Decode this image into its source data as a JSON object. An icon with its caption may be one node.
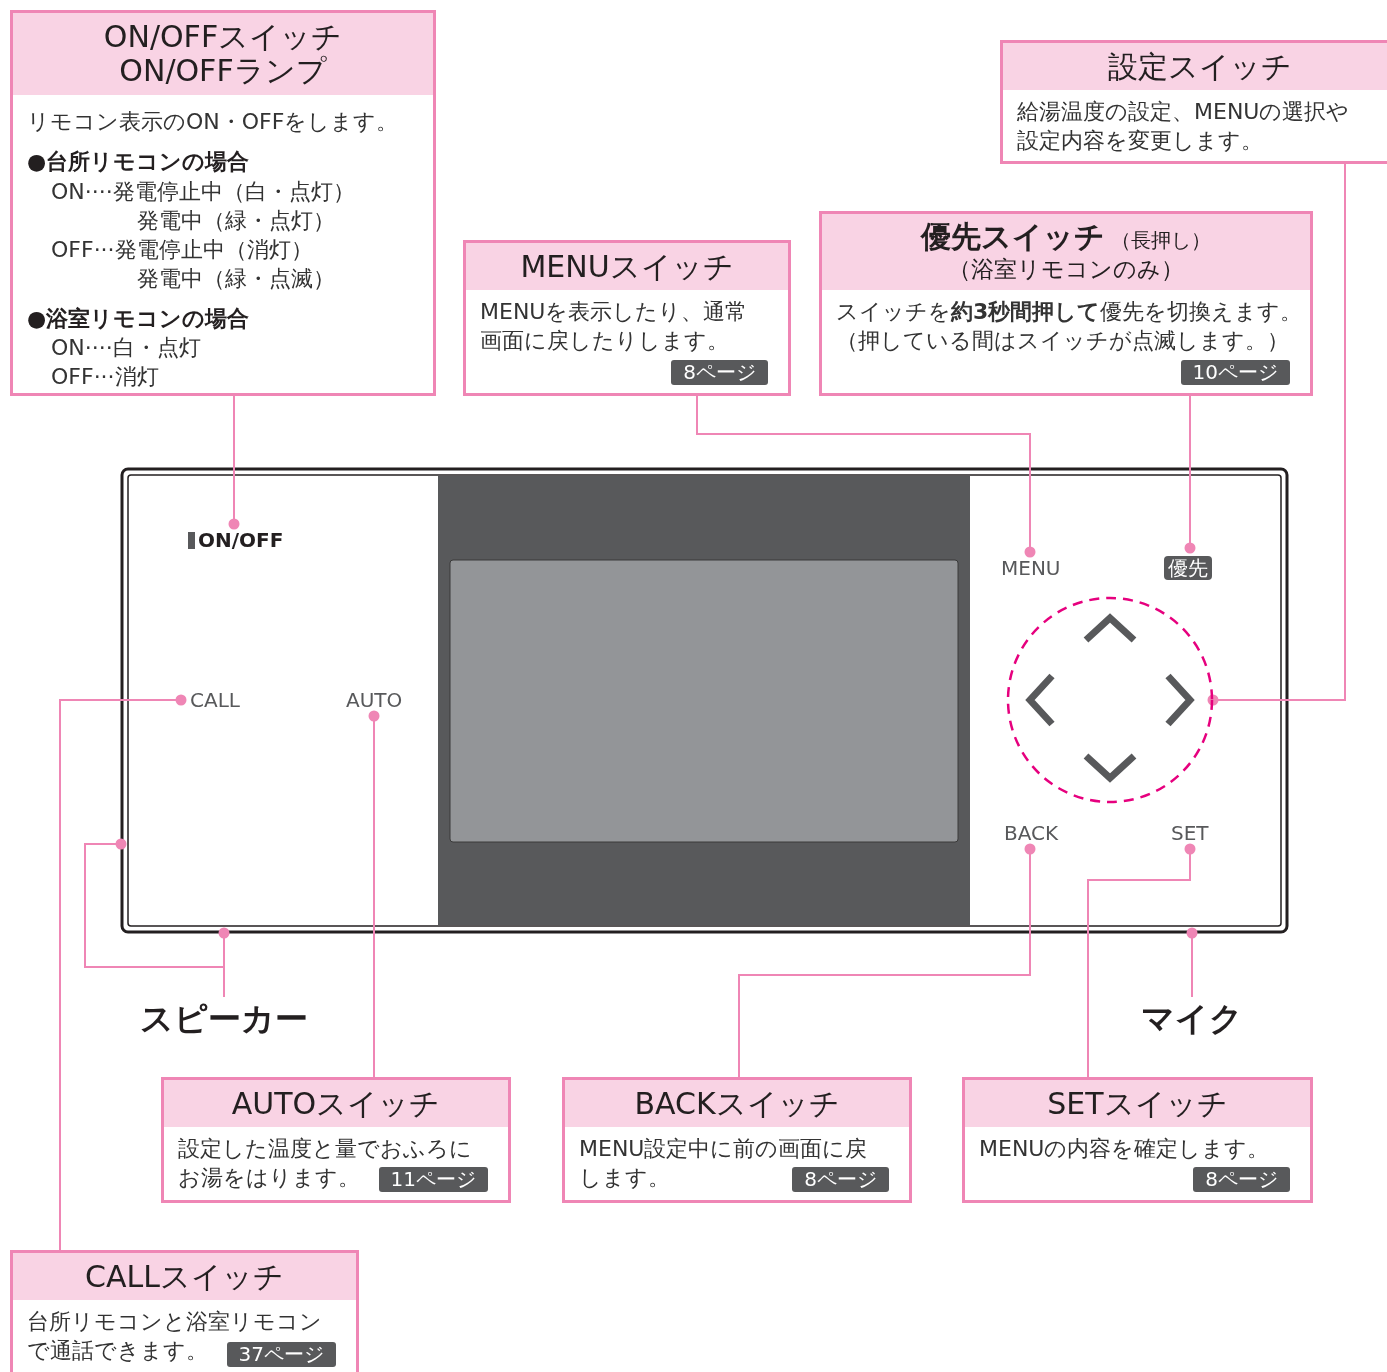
{
  "diagram": {
    "nodes": [
      {
        "text": [
          "ON/OFFスイッチ ON/OFFランプ",
          "リモコン表示のON・OFFをします。",
          "●台所リモコンの場合",
          "ON····発電停止中（白・点灯）",
          "発電中（緑・点灯）",
          "OFF···発電停止中（消灯）",
          "発電中（緑・点滅）",
          "●浴室リモコンの場合",
          "ON····白・点灯",
          "OFF···消灯"
        ]
      },
      {
        "text": [
          "MENUスイッチ",
          "MENUを表示したり、通常画面に戻したりします。",
          "8ページ"
        ]
      },
      {
        "text": [
          "優先スイッチ",
          "（長押し）",
          "（浴室リモコンのみ）",
          "スイッチを**約3秒間押して**優先を切換えます。",
          "（押している間はスイッチが点滅します。）",
          "10ページ"
        ]
      },
      {
        "text": [
          "設定スイッチ",
          "給湯温度の設定、MENUの選択や設定内容を変更します。"
        ]
      },
      {
        "text": [
          "ON/OFF"
        ]
      },
      {
        "text": [
          "MENU"
        ]
      },
      {
        "text": [
          "優先"
        ]
      },
      {
        "text": [],
        "shape": "circle"
      },
      {
        "text": [
          "CALL"
        ]
      },
      {
        "text": [
          "AUTO"
        ]
      },
      {
        "text": [
          "BACK"
        ]
      },
      {
        "text": [
          "SET"
        ]
      },
      {
        "text": [
          "スピーカー"
        ]
      },
      {
        "text": [
          "マイク"
        ]
      },
      {
        "text": [
          "AUTOスイッチ",
          "設定した温度と量でおふろにお湯をはります。",
          "11ページ"
        ]
      },
      {
        "text": [
          "BACKスイッチ",
          "MENU設定中に前の画面に戻します。",
          "8ページ"
        ]
      },
      {
        "text": [
          "SETスイッチ",
          "MENUの内容を確定します。",
          "8ページ"
        ]
      },
      {
        "text": [
          "CALLスイッチ",
          "台所リモコンと浴室リモコンで通話できます。",
          "37ページ"
        ]
      }
    ],
    "edges": [
      {
        "from": 0,
        "to": 4,
        "arrow": "other"
      },
      {
        "from": 1,
        "to": 5,
        "arrow": "other"
      },
      {
        "from": 2,
        "to": 6,
        "arrow": "other"
      },
      {
        "from": 3,
        "to": 7,
        "arrow": "other"
      },
      {
        "from": 17,
        "to": 8,
        "arrow": "other"
      },
      {
        "from": 14,
        "to": 9,
        "arrow": "other"
      },
      {
        "from": 15,
        "to": 10,
        "arrow": "other"
      },
      {
        "from": 16,
        "to": 11,
        "arrow": "other"
      },
      {
        "from": 12,
        "to": null,
        "arrow": "other"
      },
      {
        "from": 12,
        "to": null,
        "arrow": "other"
      },
      {
        "from": 13,
        "to": null,
        "arrow": "other"
      }
    ]
  }
}
